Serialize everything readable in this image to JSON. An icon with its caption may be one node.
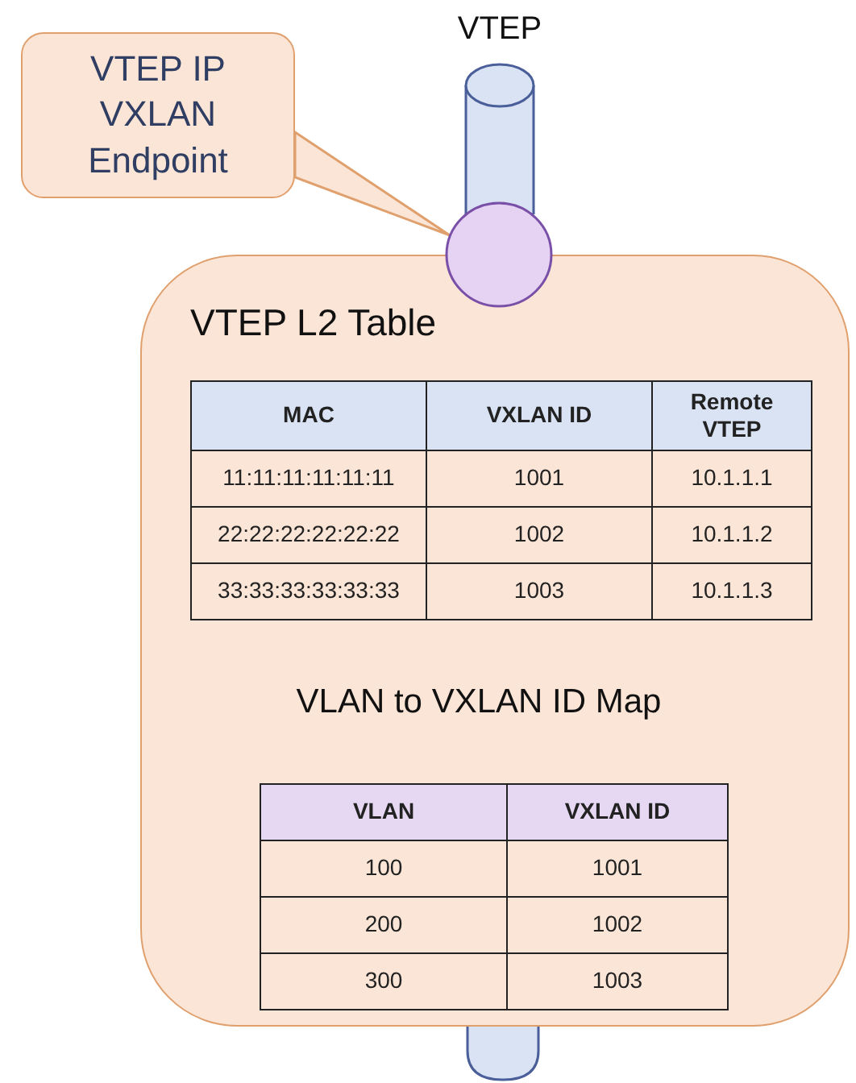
{
  "diagram": {
    "nodes": [
      {
        "text": [
          "VTEP IP VXLAN Endpoint"
        ]
      },
      {
        "text": [
          "VTEP"
        ]
      },
      {
        "text": [],
        "shape": "circle"
      },
      {
        "text": [
          "VTEP L2 Table"
        ]
      }
    ],
    "edges": [
      {
        "from": 0,
        "to": 2,
        "arrow": "none"
      }
    ],
    "labels": [
      "MAC",
      "VXLAN ID",
      "Remote VTEP",
      "11:11:11:11:11:11",
      "1001",
      "10.1.1.1",
      "22:22:22:22:22:22",
      "1002",
      "10.1.1.2",
      "33:33:33:33:33:33",
      "1003",
      "10.1.1.3",
      "VLAN to VXLAN ID Map",
      "VLAN",
      "VXLAN ID",
      "100",
      "1001",
      "200",
      "1002",
      "300",
      "1003"
    ]
  }
}
